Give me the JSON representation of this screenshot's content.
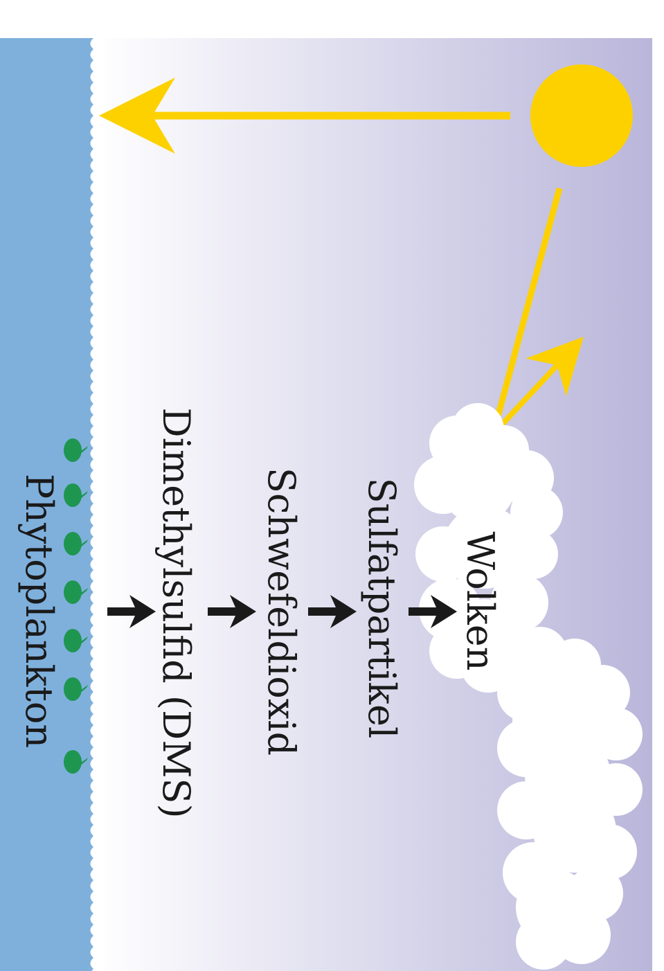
{
  "labels": {
    "clouds": "Wolken",
    "sulfate_particles": "Sulfatpartikel",
    "sulfur_dioxide": "Schwefeldioxid",
    "dms": "Dimethylsulfid (DMS)",
    "phytoplankton": "Phytoplankton"
  },
  "colors": {
    "sky_top": "#b9b6da",
    "sky_bottom": "#ffffff",
    "sea": "#7fb0dc",
    "sea_edge": "#5f9fd6",
    "sun": "#fdd100",
    "sun_ray": "#fdd100",
    "cloud": "#ffffff",
    "process_arrow": "#1a1a1a",
    "plankton": "#1e9650"
  },
  "icons": {
    "sun": "sun-icon",
    "cloud": "cloud-icon",
    "plankton": "plankton-icon"
  },
  "chain": [
    "Phytoplankton",
    "Dimethylsulfid (DMS)",
    "Schwefeldioxid",
    "Sulfatpartikel",
    "Wolken"
  ]
}
